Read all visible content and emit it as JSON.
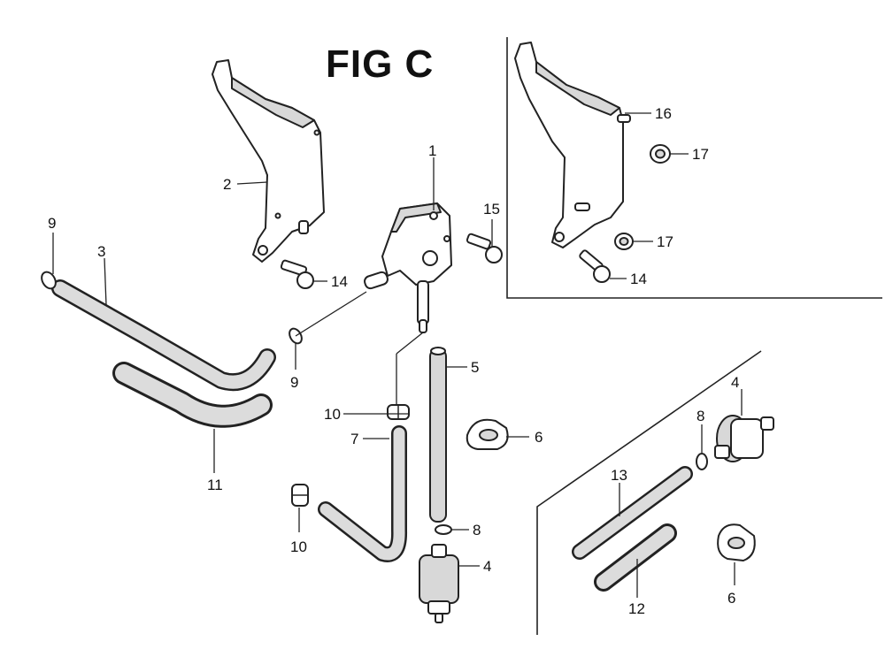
{
  "title": "FIG C",
  "callouts": {
    "c1": "1",
    "c2": "2",
    "c3": "3",
    "c4a": "4",
    "c4b": "4",
    "c5": "5",
    "c6a": "6",
    "c6b": "6",
    "c7": "7",
    "c8a": "8",
    "c8b": "8",
    "c9a": "9",
    "c9b": "9",
    "c10a": "10",
    "c10b": "10",
    "c11": "11",
    "c12": "12",
    "c13": "13",
    "c14a": "14",
    "c14b": "14",
    "c15": "15",
    "c16": "16",
    "c17a": "17",
    "c17b": "17"
  }
}
